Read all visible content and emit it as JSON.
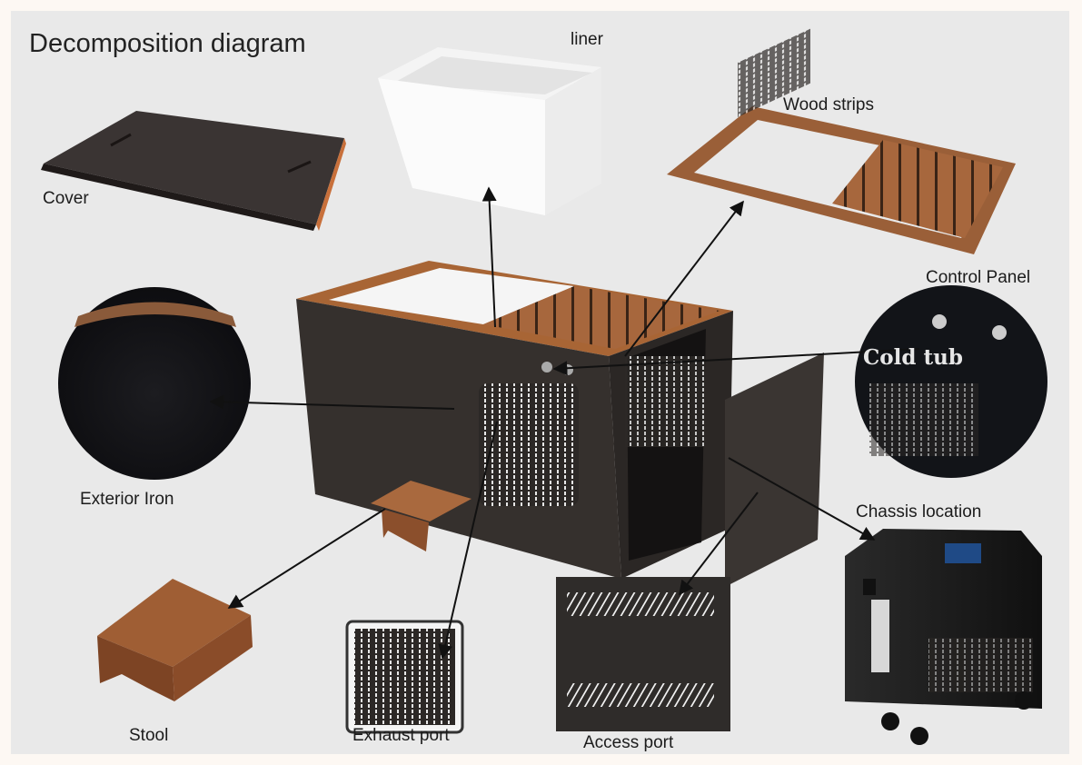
{
  "title": "Decomposition diagram",
  "labels": {
    "liner": "liner",
    "wood_strips": "Wood strips",
    "cover": "Cover",
    "control_panel": "Control Panel",
    "exterior_iron": "Exterior Iron",
    "chassis_location": "Chassis location",
    "stool": "Stool",
    "exhaust_port": "Exhaust port",
    "access_port": "Access port"
  },
  "panel_print": "Cold tub",
  "colors": {
    "background": "#e9e9e9",
    "iron": "#35302d",
    "wood": "#a2633a",
    "liner": "#ffffff",
    "arrow": "#111111"
  }
}
